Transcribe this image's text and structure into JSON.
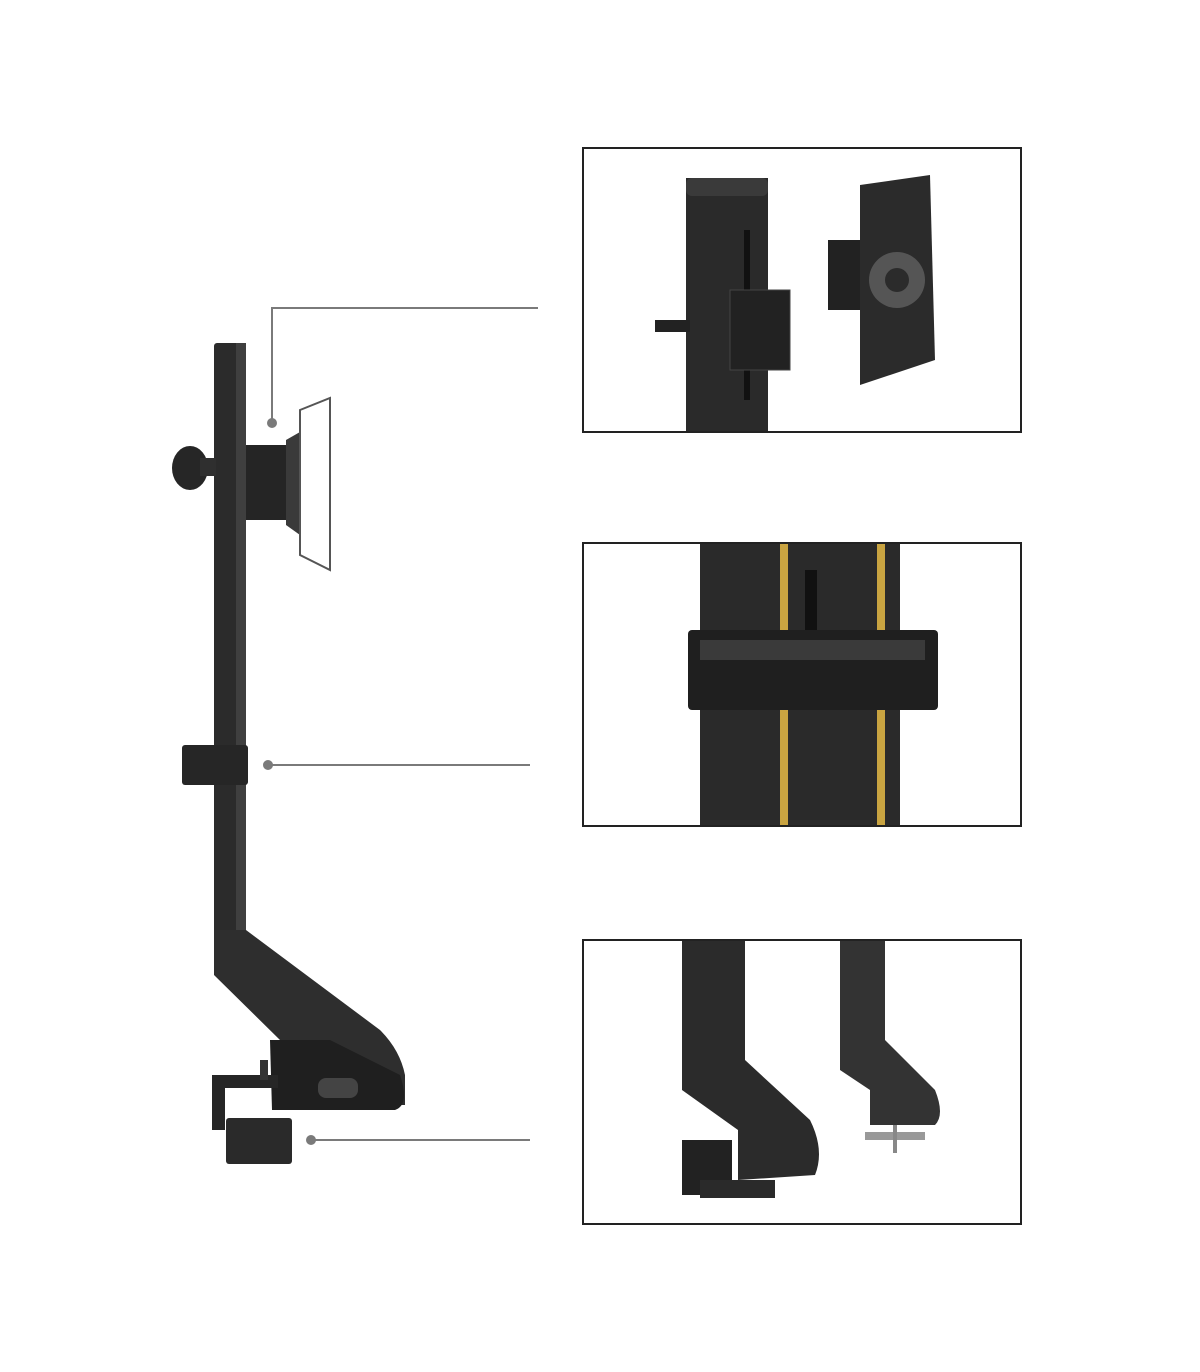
{
  "colors": {
    "background": "#ffffff",
    "product": "#2b2b2b",
    "product_highlight": "#4a4a4a",
    "callout_line": "#7a7a7a",
    "frame": "#222222",
    "cable": "#c9a441"
  },
  "icons": [
    "monitor-stand-illustration",
    "vesa-mount-detail",
    "cable-clip-detail",
    "desk-clamp-detail"
  ]
}
